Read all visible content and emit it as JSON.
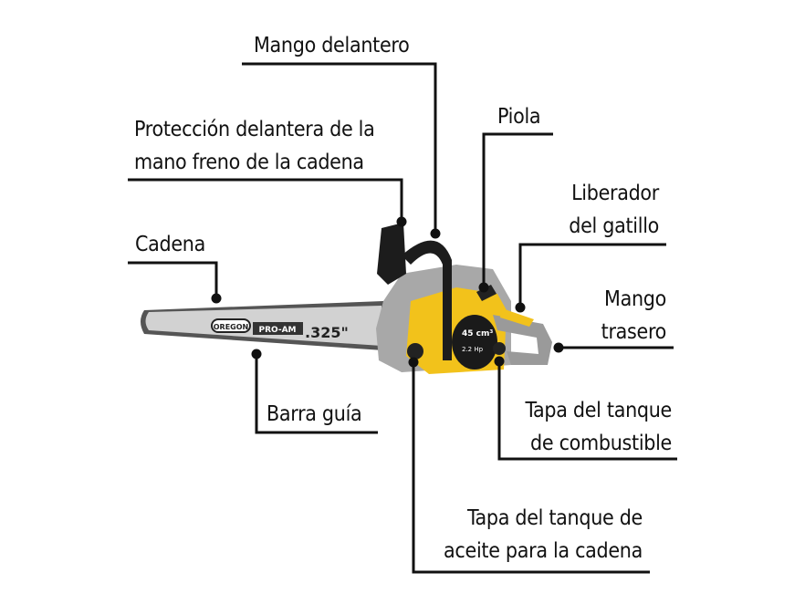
{
  "labels": {
    "mango_delantero": "Mango delantero",
    "proteccion_1": "Protección delantera de la",
    "proteccion_2": "mano freno de la cadena",
    "cadena": "Cadena",
    "piola": "Piola",
    "liberador_1": "Liberador",
    "liberador_2": "del gatillo",
    "mango_trasero_1": "Mango",
    "mango_trasero_2": "trasero",
    "barra_guia": "Barra guía",
    "tanque_combustible_1": "Tapa del tanque",
    "tanque_combustible_2": "de combustible",
    "tanque_aceite_1": "Tapa del tanque de",
    "tanque_aceite_2": "aceite para la cadena"
  },
  "product_markings": {
    "bar_brand": "OREGON",
    "bar_model": "PRO-AM",
    "bar_pitch": ".325\"",
    "displacement": "45 cm³",
    "power": "2.2 Hp"
  },
  "colors": {
    "body_yellow": "#f2c21b",
    "body_gray": "#a9a9a9",
    "handle_black": "#1c1c1c",
    "bar_silver": "#cfcfcf",
    "line": "#111111"
  }
}
